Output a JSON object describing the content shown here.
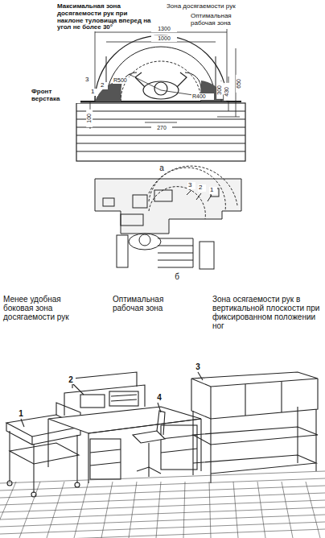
{
  "diagram": {
    "labels": [
      "Максимальная зона досягаемости рук при наклоне туловища вперед на угол не более 30°",
      "Зона досягаемости рук",
      "Оптимальная рабочая зона",
      "Фронт верстака",
      "1300",
      "1000",
      "R500",
      "R400",
      "300",
      "430",
      "650",
      "100",
      "270",
      "3",
      "1",
      "2",
      "а",
      "3",
      "2",
      "1",
      "б",
      "Менее удобная боковая зона досягаемости рук",
      "Оптимальная рабочая зона",
      "Зона осягаемости рук в вертикальной плоскости при фиксированном положении ног",
      "1",
      "2",
      "3",
      "4"
    ]
  }
}
